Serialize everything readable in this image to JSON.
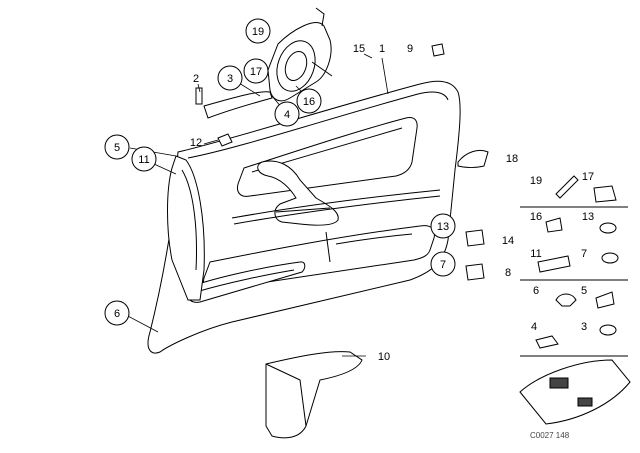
{
  "callouts": {
    "c1": "1",
    "c2": "2",
    "c3": "3",
    "c4": "4",
    "c5": "5",
    "c6": "6",
    "c7": "7",
    "c8": "8",
    "c9": "9",
    "c10": "10",
    "c11": "11",
    "c12": "12",
    "c13": "13",
    "c14": "14",
    "c15": "15",
    "c16": "16",
    "c17": "17",
    "c18": "18",
    "c19": "19"
  },
  "legend": {
    "l19": "19",
    "l17": "17",
    "l16": "16",
    "l13": "13",
    "l11": "11",
    "l7": "7",
    "l6": "6",
    "l5": "5",
    "l4": "4",
    "l3": "3"
  },
  "diagram_code": "C0027 148"
}
